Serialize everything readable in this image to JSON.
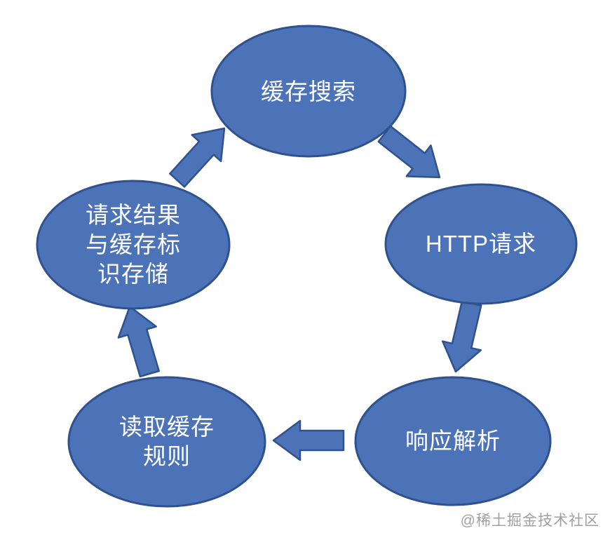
{
  "diagram": {
    "type": "cycle",
    "background": "#ffffff",
    "node_fill": "#4c72b8",
    "node_border": "#2f528f",
    "label_color": "#ffffff",
    "nodes": [
      {
        "id": "cache-search",
        "label": "缓存搜索"
      },
      {
        "id": "http-request",
        "label": "HTTP请求"
      },
      {
        "id": "response-parse",
        "label": "响应解析"
      },
      {
        "id": "read-cache-rules",
        "label": "读取缓存\n规则"
      },
      {
        "id": "store-result",
        "label": "请求结果\n与缓存标\n识存储"
      }
    ],
    "edges": [
      {
        "from": "缓存搜索",
        "to": "HTTP请求"
      },
      {
        "from": "HTTP请求",
        "to": "响应解析"
      },
      {
        "from": "响应解析",
        "to": "读取缓存规则"
      },
      {
        "from": "读取缓存规则",
        "to": "请求结果与缓存标识存储"
      },
      {
        "from": "请求结果与缓存标识存储",
        "to": "缓存搜索"
      }
    ],
    "watermark": {
      "text": "@稀土掘金技术社区",
      "color": "#a0a0a0"
    }
  }
}
